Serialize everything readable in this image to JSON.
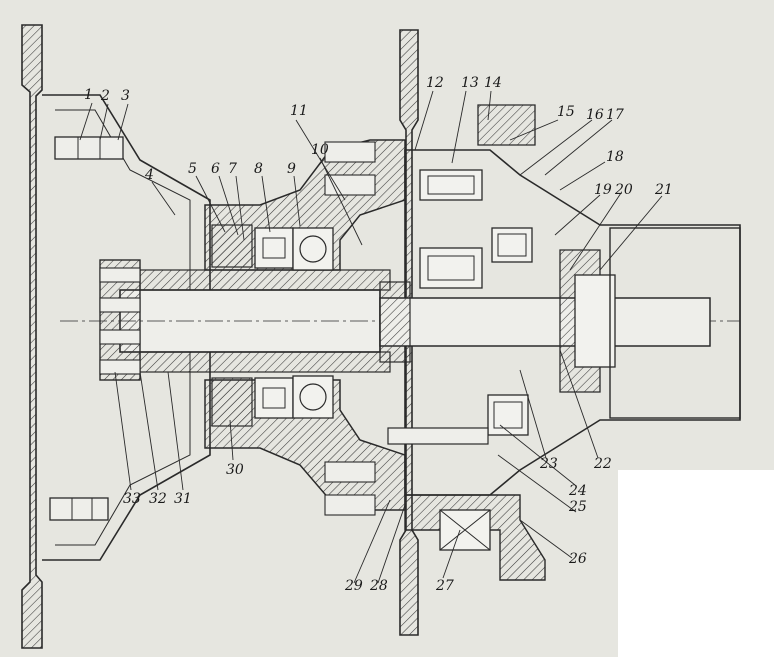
{
  "diagram": {
    "callouts": [
      "1",
      "2",
      "3",
      "4",
      "5",
      "6",
      "7",
      "8",
      "9",
      "10",
      "11",
      "12",
      "13",
      "14",
      "15",
      "16",
      "17",
      "18",
      "19",
      "20",
      "21",
      "22",
      "23",
      "24",
      "25",
      "26",
      "27",
      "28",
      "29",
      "30",
      "31",
      "32",
      "33"
    ]
  },
  "colors": {
    "paper": "#e6e6e0",
    "ink": "#2a2a2a",
    "blank": "#ffffff"
  }
}
